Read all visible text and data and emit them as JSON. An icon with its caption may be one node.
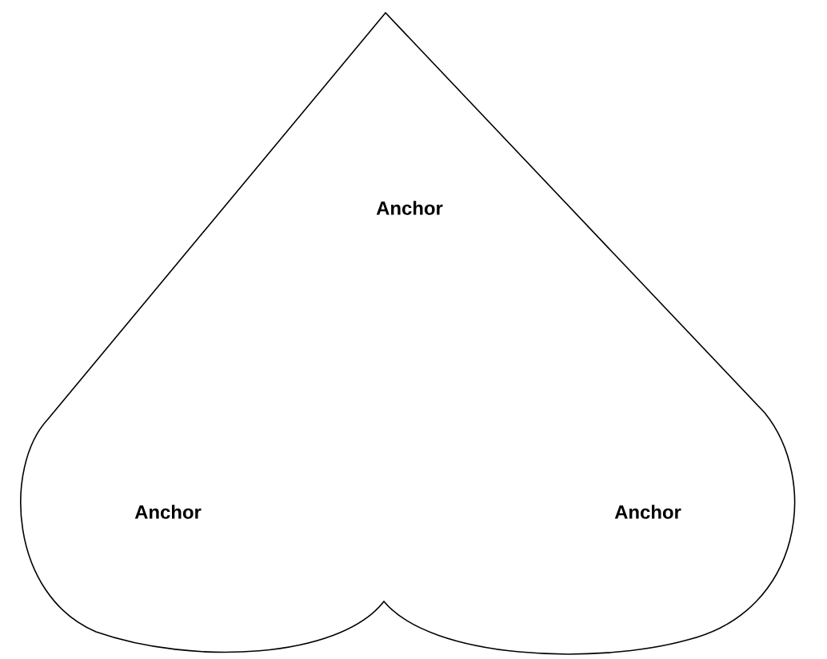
{
  "diagram": {
    "nodes": [
      {
        "text": [
          "Anchor",
          "Anchor",
          "Anchor"
        ]
      }
    ]
  }
}
